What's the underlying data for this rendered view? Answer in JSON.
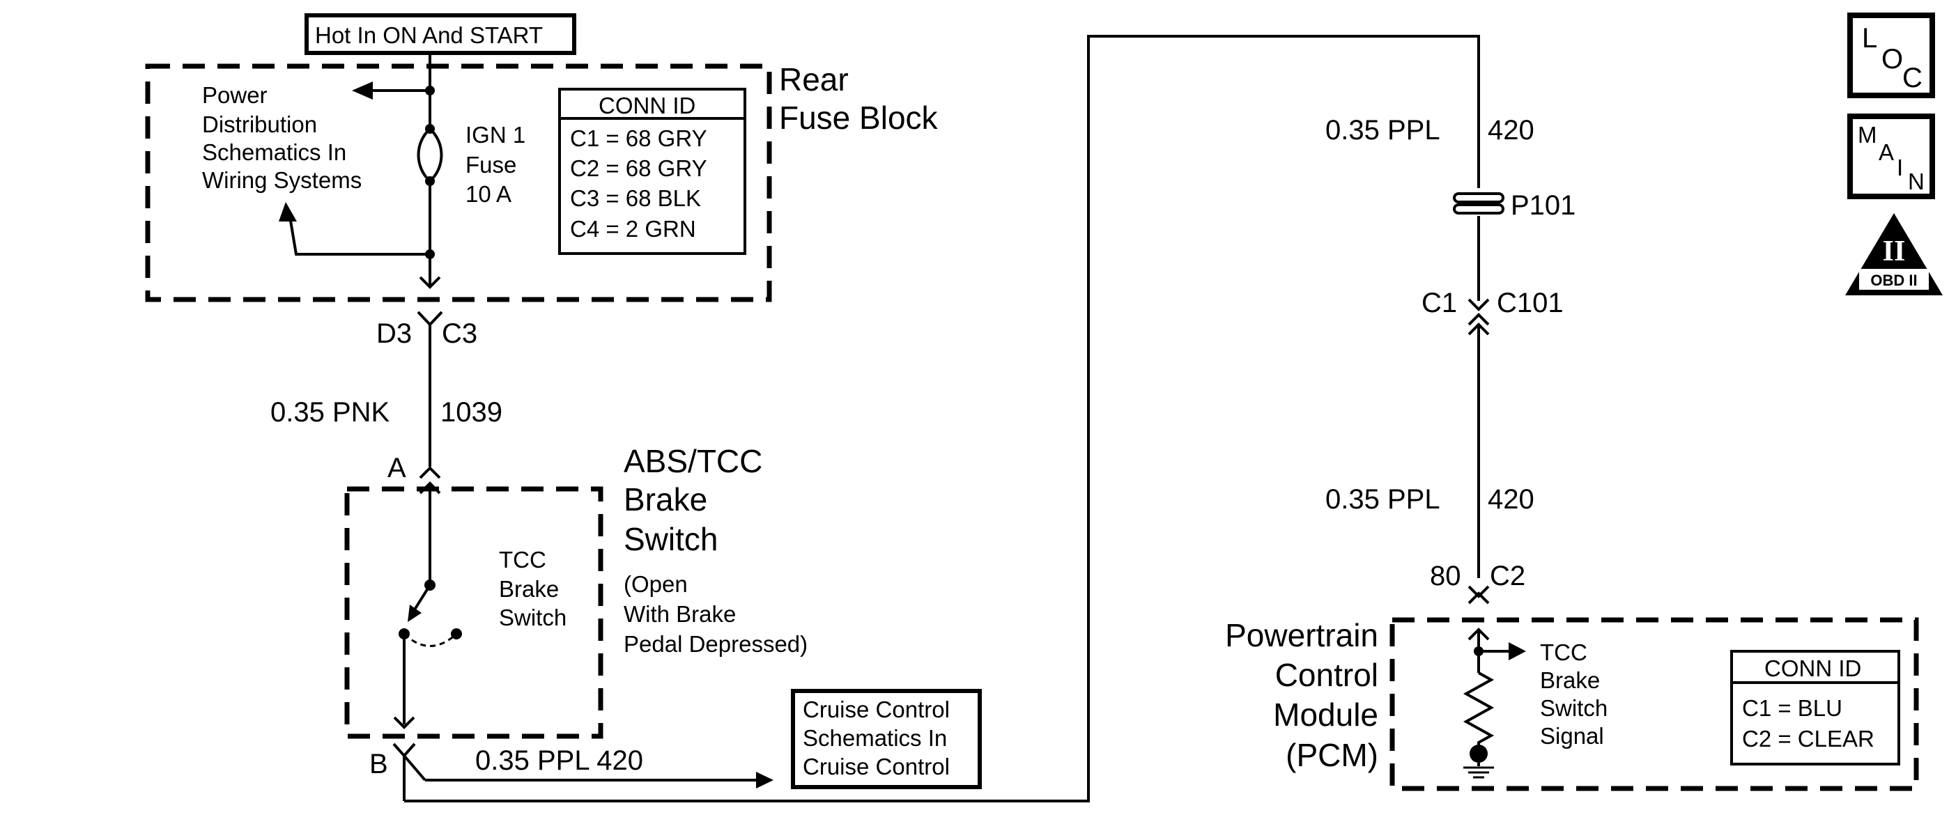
{
  "hot_label": "Hot In ON And START",
  "fuse_block": {
    "name_line1": "Rear",
    "name_line2": "Fuse Block",
    "power_dist": [
      "Power",
      "Distribution",
      "Schematics In",
      "Wiring Systems"
    ],
    "fuse": [
      "IGN 1",
      "Fuse",
      "10 A"
    ],
    "conn_title": "CONN ID",
    "conn_rows": [
      "C1 = 68 GRY",
      "C2 = 68 GRY",
      "C3 = 68 BLK",
      "C4 =   2 GRN"
    ]
  },
  "connectors": {
    "d3": "D3",
    "c3": "C3",
    "a": "A",
    "b": "B",
    "p101": "P101",
    "c1": "C1",
    "c101": "C101",
    "pin80": "80",
    "c2": "C2"
  },
  "wires": {
    "w1039_size": "0.35 PNK",
    "w1039_circuit": "1039",
    "w420_bottom": "0.35 PPL 420",
    "w420_top_size": "0.35 PPL",
    "w420_top_circuit": "420",
    "w420_mid_size": "0.35 PPL",
    "w420_mid_circuit": "420"
  },
  "brake_switch": {
    "name": [
      "ABS/TCC",
      "Brake",
      "Switch"
    ],
    "note": [
      "(Open",
      "With Brake",
      "Pedal Depressed)"
    ],
    "inner": [
      "TCC",
      "Brake",
      "Switch"
    ]
  },
  "cruise": [
    "Cruise Control",
    "Schematics In",
    "Cruise Control"
  ],
  "pcm": {
    "name": [
      "Powertrain",
      "Control",
      "Module",
      "(PCM)"
    ],
    "signal": [
      "TCC",
      "Brake",
      "Switch",
      "Signal"
    ],
    "conn_title": "CONN ID",
    "conn_rows": [
      "C1 = BLU",
      "C2 = CLEAR"
    ]
  },
  "icons": {
    "loc": [
      "L",
      "O",
      "C"
    ],
    "main": [
      "M",
      "A",
      "I",
      "N"
    ],
    "obd_numeral": "II",
    "obd_text": "OBD II"
  }
}
